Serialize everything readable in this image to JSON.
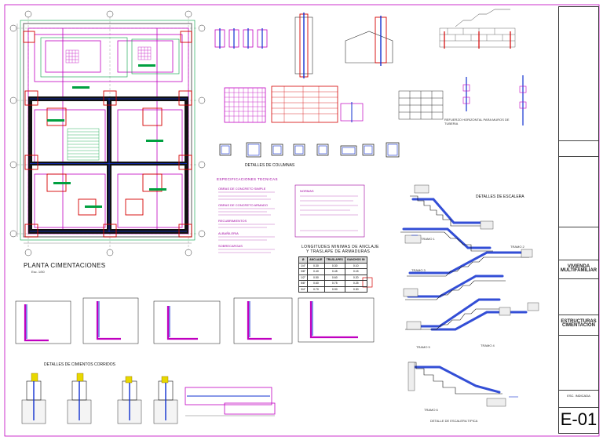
{
  "sheet": {
    "plan_title": "PLANTA CIMENTACIONES",
    "plan_scale": "Esc. 1/50",
    "footing_title": "DETALLES DE CIMIENTOS CORRIDOS",
    "column_title": "DETALLES DE COLUMNAS",
    "stair_title": "DETALLES DE ESCALERA",
    "stair_typ": "DETALLE DE ESCALERA TIPICA",
    "specs_title": "ESPECIFICACIONES TECNICAS",
    "specs_sub": [
      "OBRAS DE CONCRETO SIMPLE",
      "OBRAS DE CONCRETO ARMADO",
      "RECUBRIMIENTOS",
      "ALBAÑILERIA",
      "SOBRECARGAS"
    ],
    "norms_title": "NORMAS",
    "anchor_title_1": "LONGITUDES MINIMAS DE ANCLAJE",
    "anchor_title_2": "Y TRASLAPE DE ARMADURAS",
    "anchor_table": {
      "header": [
        "Ø",
        "ANCLAJE",
        "TRASLAPES",
        "GANCHOS 90"
      ],
      "rows": [
        [
          "1/4\"",
          "0.30",
          "0.30",
          "0.10"
        ],
        [
          "3/8\"",
          "0.40",
          "0.45",
          "0.15"
        ],
        [
          "1/2\"",
          "0.50",
          "0.60",
          "0.20"
        ],
        [
          "5/8\"",
          "0.60",
          "0.75",
          "0.25"
        ],
        [
          "3/4\"",
          "0.70",
          "0.90",
          "0.30"
        ]
      ]
    },
    "refuerzo_title": "REFUERZO HORIZONTAL PARA MUROS DE TUBERIA",
    "tramo_labels": [
      "TRAMO 1",
      "TRAMO 2",
      "TRAMO 3",
      "TRAMO 4",
      "TRAMO 5",
      "TRAMO 6"
    ]
  },
  "title_block": {
    "project": "VIVIENDA MULTIFAMILIAR",
    "sheet_name_1": "ESTRUCTURAS",
    "sheet_name_2": "CIMENTACION",
    "scale_label": "ESC.",
    "scale_value": "INDICADA",
    "sheet_code": "E-01"
  },
  "colors": {
    "red": "#d40000",
    "magenta": "#c000c0",
    "blue": "#1030d0",
    "green": "#00a040",
    "black": "#111111",
    "gray": "#888888"
  }
}
